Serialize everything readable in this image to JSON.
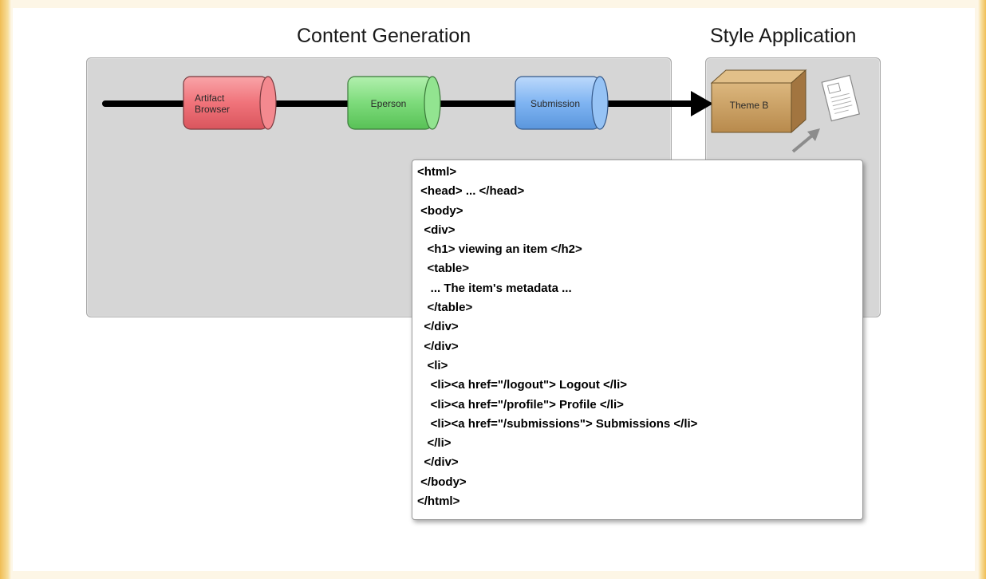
{
  "sections": {
    "content_generation": "Content Generation",
    "style_application": "Style Application"
  },
  "nodes": {
    "artifact_browser": "Artifact\nBrowser",
    "eperson": "Eperson",
    "submission": "Submission",
    "theme": "Theme B"
  },
  "colors": {
    "artifact_browser": "#f0737a",
    "eperson": "#7ddb7b",
    "submission": "#7fb4f2",
    "theme": "#c9a062",
    "panel": "#d6d6d6",
    "pipeline": "#000000"
  },
  "icons": {
    "document": "document-icon",
    "arrow": "gray-arrow-icon"
  },
  "code_lines": [
    "<html>",
    " <head> ... </head>",
    " <body>",
    "  <div>",
    "   <h1> viewing an item </h2>",
    "   <table>",
    "    ... The item's metadata ...",
    "   </table>",
    "  </div>",
    "  </div>",
    "   <li>",
    "    <li><a href=\"/logout\"> Logout </li>",
    "    <li><a href=\"/profile\"> Profile </li>",
    "    <li><a href=\"/submissions\"> Submissions </li>",
    "   </li>",
    "  </div>",
    " </body>",
    "</html>"
  ]
}
